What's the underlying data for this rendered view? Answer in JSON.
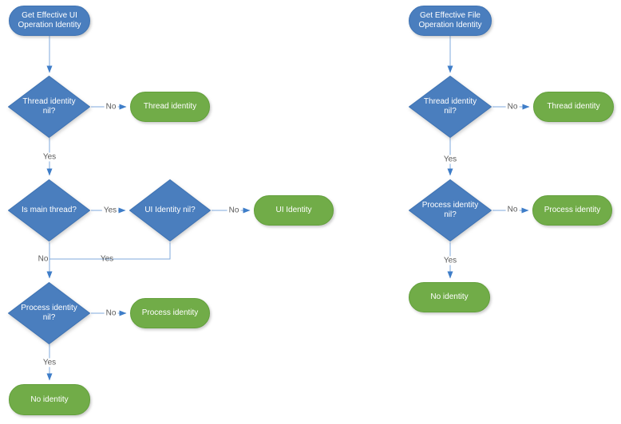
{
  "charts": {
    "left": {
      "nodes": {
        "start": "Get Effective UI Operation Identity",
        "thread_nil_decision": "Thread identity nil?",
        "thread_identity_result": "Thread identity",
        "main_thread_decision": "Is main thread?",
        "ui_nil_decision": "UI Identity nil?",
        "ui_identity_result": "UI Identity",
        "process_nil_decision": "Process identity nil?",
        "process_identity_result": "Process identity",
        "no_identity_result": "No identity"
      },
      "edge_labels": {
        "thread_no": "No",
        "thread_yes": "Yes",
        "main_yes": "Yes",
        "ui_no": "No",
        "merge_no": "No",
        "merge_yes": "Yes",
        "process_no": "No",
        "process_yes": "Yes"
      }
    },
    "right": {
      "nodes": {
        "start": "Get Effective File Operation Identity",
        "thread_nil_decision": "Thread identity nil?",
        "thread_identity_result": "Thread identity",
        "process_nil_decision": "Process identity nil?",
        "process_identity_result": "Process identity",
        "no_identity_result": "No identity"
      },
      "edge_labels": {
        "thread_no": "No",
        "thread_yes": "Yes",
        "process_no": "No",
        "process_yes": "Yes"
      }
    }
  },
  "colors": {
    "decision_fill": "#4A7EBE",
    "result_fill": "#71AC48",
    "connector_line": "#7FA9DD",
    "arrowhead": "#3E7DC8",
    "node_text": "#FFFFFF",
    "edge_label_text": "#595959",
    "background": "#FFFFFF"
  }
}
